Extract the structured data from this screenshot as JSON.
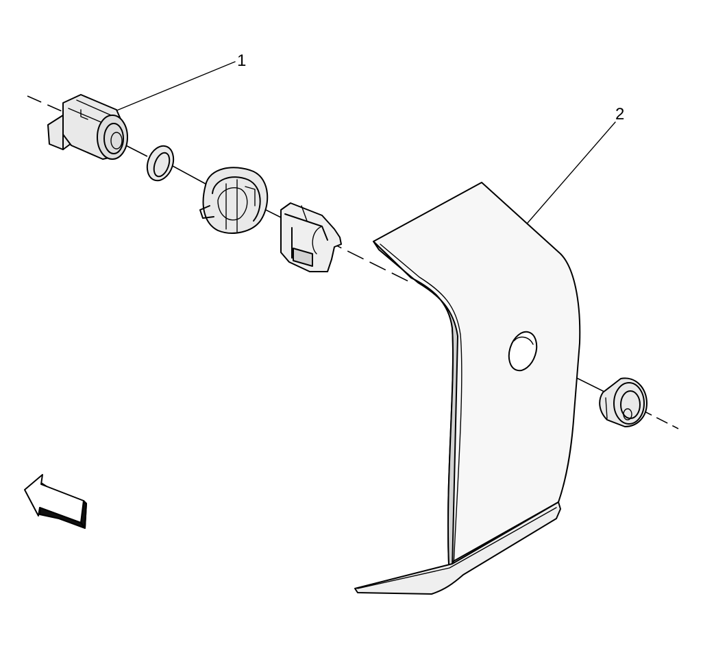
{
  "colors": {
    "background": "#ffffff",
    "line": "#000000",
    "part_fill": "#e9e9e9",
    "part_shade": "#bdbdbd",
    "part_dark": "#7a7a7a",
    "bracket_fill": "#efefef",
    "bracket_shade": "#d2d2d2"
  },
  "callouts": [
    {
      "id": "1",
      "label": "1"
    },
    {
      "id": "2",
      "label": "2"
    }
  ],
  "icons": {
    "direction_arrow": "forward-arrow-icon"
  }
}
